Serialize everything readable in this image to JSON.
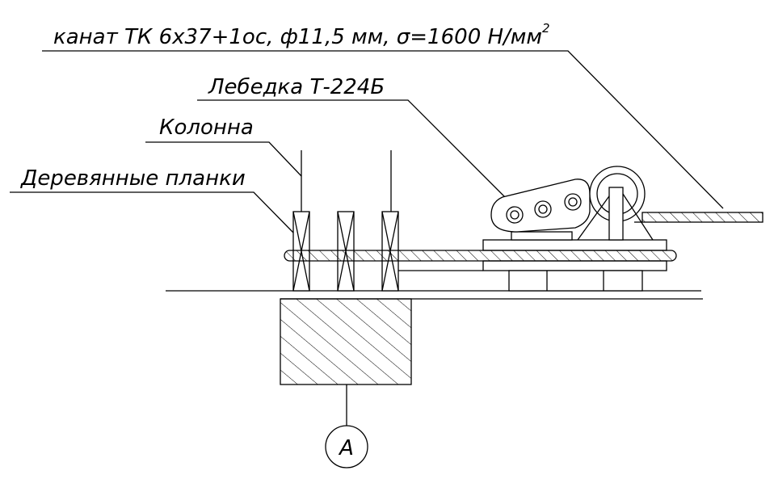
{
  "labels": {
    "rope": "канат ТК 6х37+1ос, ф11,5 мм, σ=1600 Н/мм",
    "rope_superscript": "2",
    "winch": "Лебедка Т-224Б",
    "column": "Колонна",
    "planks": "Деревянные планки"
  },
  "section_marker": "А"
}
